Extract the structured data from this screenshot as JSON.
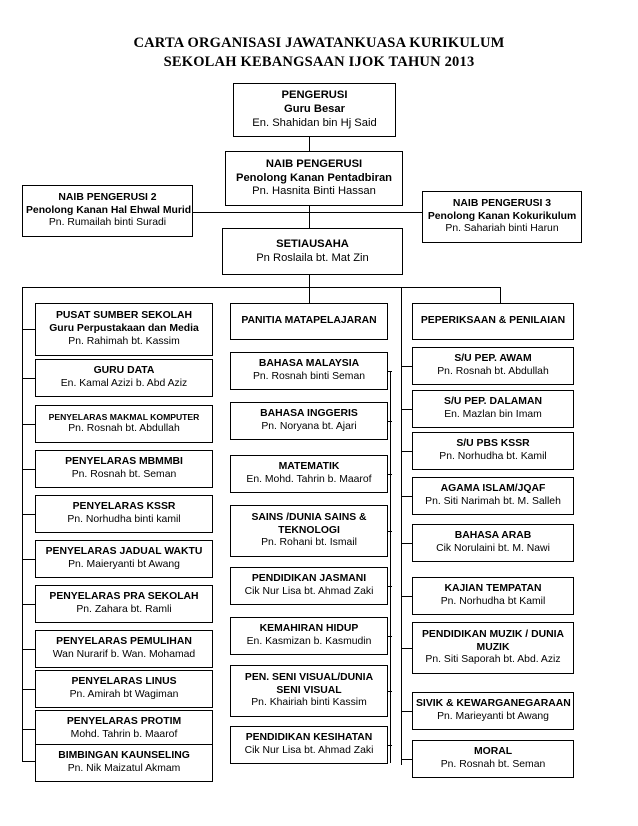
{
  "title": {
    "line1": "CARTA ORGANISASI JAWATANKUASA KURIKULUM",
    "line2": "SEKOLAH KEBANGSAAN IJOK  TAHUN 2013"
  },
  "top": {
    "pengerusi": {
      "role": "PENGERUSI",
      "sub": "Guru Besar",
      "name": "En. Shahidan bin Hj Said"
    },
    "naib1": {
      "role": "NAIB PENGERUSI",
      "sub": "Penolong Kanan Pentadbiran",
      "name": "Pn. Hasnita Binti Hassan"
    },
    "naib2": {
      "role": "NAIB PENGERUSI 2",
      "sub": "Penolong Kanan Hal Ehwal Murid",
      "name": "Pn. Rumailah binti Suradi"
    },
    "naib3": {
      "role": "NAIB PENGERUSI 3",
      "sub": "Penolong Kanan Kokurikulum",
      "name": "Pn. Sahariah binti  Harun"
    },
    "setiausaha": {
      "role": "SETIAUSAHA",
      "name": "Pn Roslaila bt. Mat Zin"
    }
  },
  "columns": {
    "left": {
      "header": {
        "role": "PUSAT SUMBER SEKOLAH",
        "sub": "Guru Perpustakaan dan Media",
        "name": "Pn. Rahimah bt. Kassim"
      },
      "items": [
        {
          "role": "GURU DATA",
          "name": "En. Kamal Azizi b. Abd Aziz"
        },
        {
          "role": "PENYELARAS MAKMAL KOMPUTER",
          "name": "Pn. Rosnah bt. Abdullah",
          "small": true
        },
        {
          "role": "PENYELARAS MBMMBI",
          "name": "Pn. Rosnah bt. Seman"
        },
        {
          "role": "PENYELARAS KSSR",
          "name": "Pn. Norhudha binti kamil"
        },
        {
          "role": "PENYELARAS JADUAL WAKTU",
          "name": "Pn. Maieryanti bt Awang"
        },
        {
          "role": "PENYELARAS PRA SEKOLAH",
          "name": "Pn. Zahara bt. Ramli"
        },
        {
          "role": "PENYELARAS PEMULIHAN",
          "name": "Wan Nurarif b. Wan. Mohamad"
        },
        {
          "role": "PENYELARAS LINUS",
          "name": "Pn. Amirah bt Wagiman"
        },
        {
          "role": "PENYELARAS PROTIM",
          "name": "Mohd. Tahrin b. Maarof"
        },
        {
          "role": "BIMBINGAN KAUNSELING",
          "name": "Pn. Nik Maizatul Akmam"
        }
      ]
    },
    "middle": {
      "header": {
        "role": "PANITIA  MATAPELAJARAN"
      },
      "items": [
        {
          "role": "BAHASA  MALAYSIA",
          "name": "Pn. Rosnah binti Seman"
        },
        {
          "role": "BAHASA INGGERIS",
          "name": "Pn. Noryana bt. Ajari"
        },
        {
          "role": "MATEMATIK",
          "name": "En. Mohd. Tahrin b. Maarof"
        },
        {
          "role": "SAINS /DUNIA SAINS &",
          "role2": "TEKNOLOGI",
          "name": "Pn. Rohani bt. Ismail"
        },
        {
          "role": "PENDIDIKAN JASMANI",
          "name": "Cik Nur Lisa bt. Ahmad Zaki"
        },
        {
          "role": "KEMAHIRAN HIDUP",
          "name": "En. Kasmizan b. Kasmudin"
        },
        {
          "role": "PEN. SENI VISUAL/DUNIA",
          "role2": "SENI VISUAL",
          "name": "Pn. Khairiah binti Kassim"
        },
        {
          "role": "PENDIDIKAN KESIHATAN",
          "name": "Cik Nur Lisa bt. Ahmad Zaki"
        }
      ]
    },
    "right": {
      "header": {
        "role": "PEPERIKSAAN & PENILAIAN"
      },
      "items": [
        {
          "role": "S/U PEP. AWAM",
          "name": "Pn. Rosnah bt. Abdullah"
        },
        {
          "role": "S/U PEP. DALAMAN",
          "name": "En. Mazlan bin Imam"
        },
        {
          "role": "S/U PBS KSSR",
          "name": "Pn. Norhudha bt. Kamil"
        },
        {
          "role": "AGAMA ISLAM/JQAF",
          "name": "Pn. Siti Narimah bt. M. Salleh"
        },
        {
          "role": "BAHASA ARAB",
          "name": "Cik Norulaini bt. M. Nawi"
        },
        {
          "role": "KAJIAN  TEMPATAN",
          "name": "Pn. Norhudha bt Kamil"
        },
        {
          "role": "PENDIDIKAN MUZIK / DUNIA",
          "role2": "MUZIK",
          "name": "Pn. Siti Saporah bt. Abd. Aziz"
        },
        {
          "role": "SIVIK & KEWARGANEGARAAN",
          "name": "Pn. Marieyanti bt Awang"
        },
        {
          "role": "MORAL",
          "name": "Pn. Rosnah bt. Seman"
        }
      ]
    }
  }
}
